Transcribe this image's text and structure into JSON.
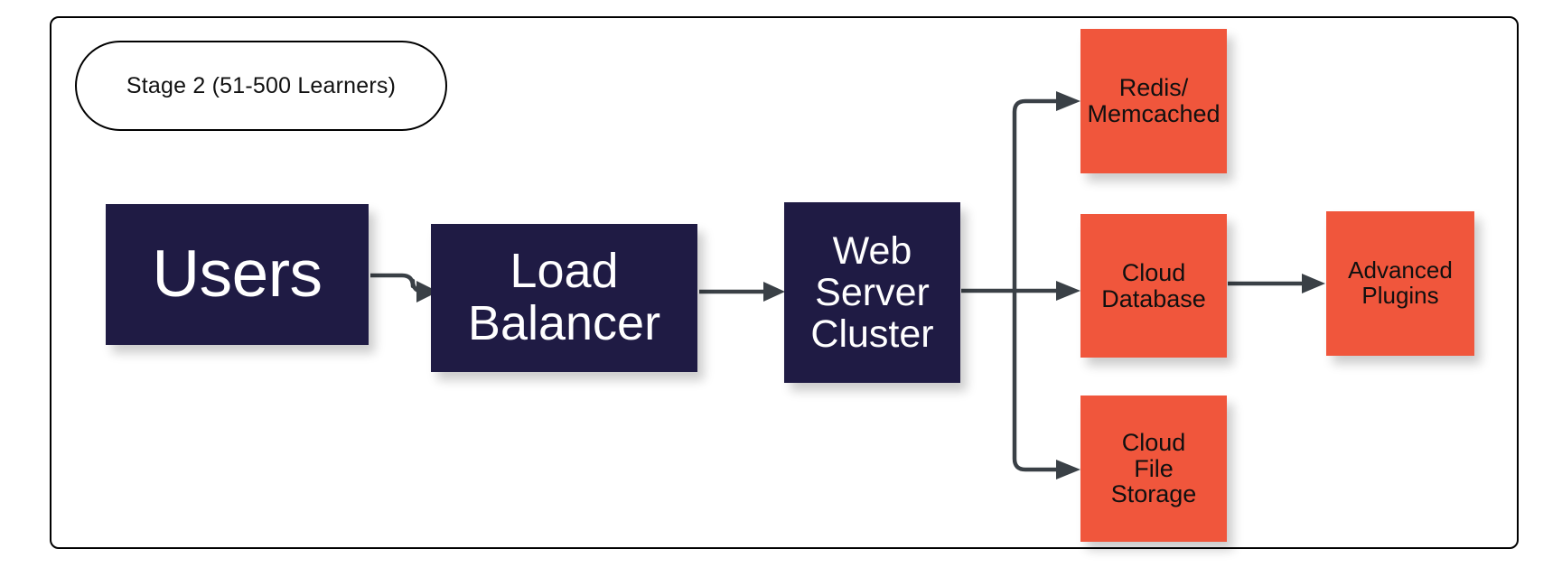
{
  "diagram": {
    "title_pill": "Stage 2 (51-500 Learners)",
    "frame": {
      "border_color": "#000000"
    },
    "palette": {
      "dark_node": "#1f1b44",
      "orange_node": "#f0563c",
      "connector": "#3a4046",
      "background": "#ffffff",
      "dark_node_text": "#ffffff",
      "orange_node_text": "#101010"
    },
    "nodes": [
      {
        "id": "users",
        "label": "Users",
        "kind": "dark"
      },
      {
        "id": "load_balancer",
        "label": "Load\nBalancer",
        "kind": "dark"
      },
      {
        "id": "web_server_cluster",
        "label": "Web\nServer\nCluster",
        "kind": "dark"
      },
      {
        "id": "redis_memcached",
        "label": "Redis/\nMemcached",
        "kind": "orange"
      },
      {
        "id": "cloud_database",
        "label": "Cloud\nDatabase",
        "kind": "orange"
      },
      {
        "id": "cloud_file_storage",
        "label": "Cloud\nFile\nStorage",
        "kind": "orange"
      },
      {
        "id": "advanced_plugins",
        "label": "Advanced\nPlugins",
        "kind": "orange"
      }
    ],
    "edges": [
      {
        "from": "users",
        "to": "load_balancer",
        "style": "s-curve",
        "arrow": true
      },
      {
        "from": "load_balancer",
        "to": "web_server_cluster",
        "style": "straight",
        "arrow": true
      },
      {
        "from": "web_server_cluster",
        "to": "redis_memcached",
        "style": "branch-up",
        "arrow": true
      },
      {
        "from": "web_server_cluster",
        "to": "cloud_database",
        "style": "straight",
        "arrow": true
      },
      {
        "from": "web_server_cluster",
        "to": "cloud_file_storage",
        "style": "branch-down",
        "arrow": true
      },
      {
        "from": "cloud_database",
        "to": "advanced_plugins",
        "style": "straight",
        "arrow": true
      }
    ]
  }
}
